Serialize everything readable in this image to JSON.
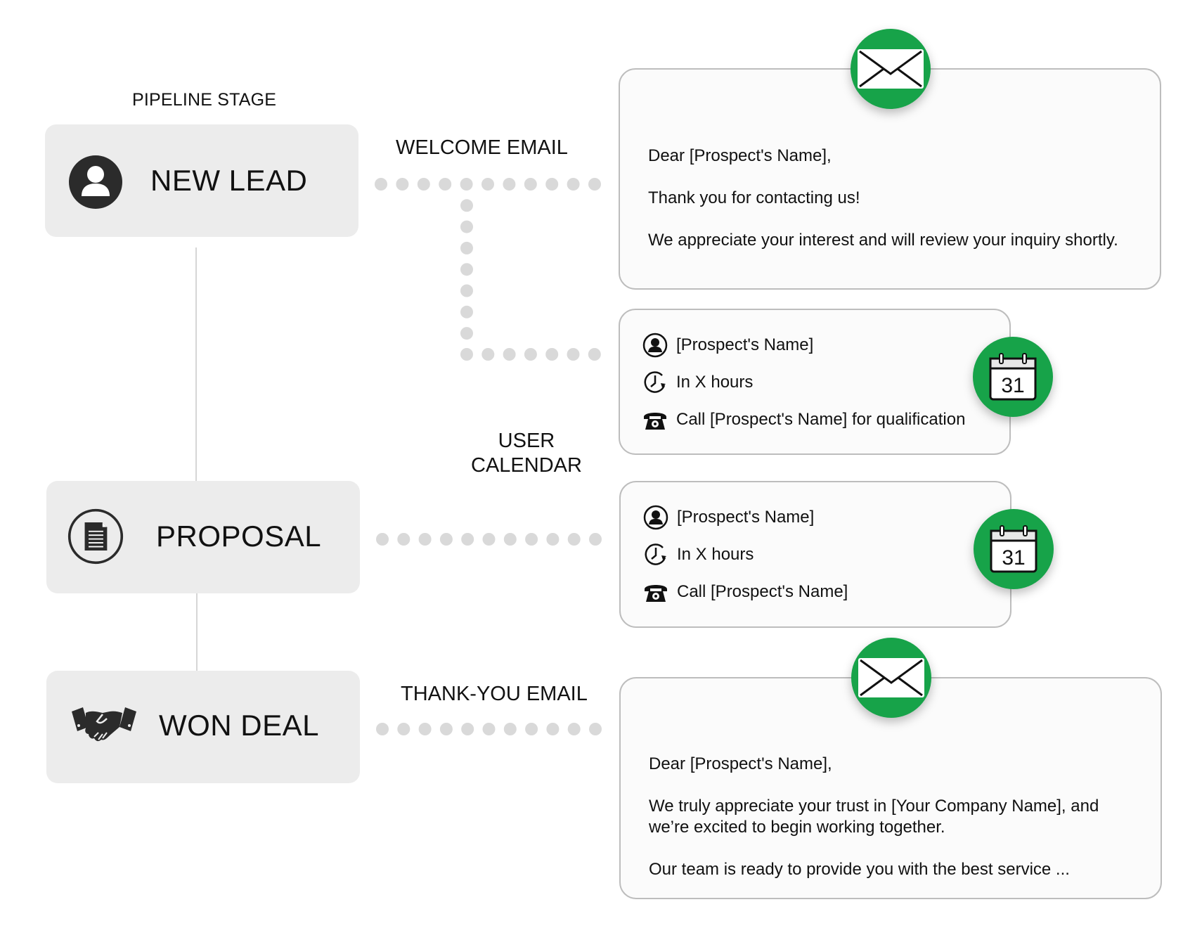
{
  "pipeline_header": "PIPELINE STAGE",
  "stages": [
    {
      "label": "NEW LEAD",
      "icon": "user-icon"
    },
    {
      "label": "PROPOSAL",
      "icon": "document-icon"
    },
    {
      "label": "WON DEAL",
      "icon": "handshake-icon"
    }
  ],
  "flows": {
    "welcome": "WELCOME EMAIL",
    "calendar_line1": "USER",
    "calendar_line2": "CALENDAR",
    "thankyou": "THANK-YOU EMAIL"
  },
  "welcome_email": {
    "icon": "envelope-icon",
    "greeting": "Dear [Prospect's Name],",
    "line1": "Thank you for contacting us!",
    "line2": "We appreciate your interest and will review your inquiry shortly."
  },
  "task1": {
    "icon": "calendar-icon",
    "day": "31",
    "who": "[Prospect's Name]",
    "when": "In X hours",
    "what": "Call [Prospect's Name] for qualification"
  },
  "task2": {
    "icon": "calendar-icon",
    "day": "31",
    "who": "[Prospect's Name]",
    "when": "In X hours",
    "what": "Call [Prospect's Name]"
  },
  "thankyou_email": {
    "icon": "envelope-icon",
    "greeting": "Dear [Prospect's Name],",
    "line1a": "We truly appreciate your trust in [Your Company Name], and",
    "line1b": "we’re excited to begin working together.",
    "line2": "Our team is ready to provide you with the best service ..."
  },
  "colors": {
    "accent_green": "#17a349",
    "stage_bg": "#ececec",
    "dots": "#d9d9d9"
  }
}
